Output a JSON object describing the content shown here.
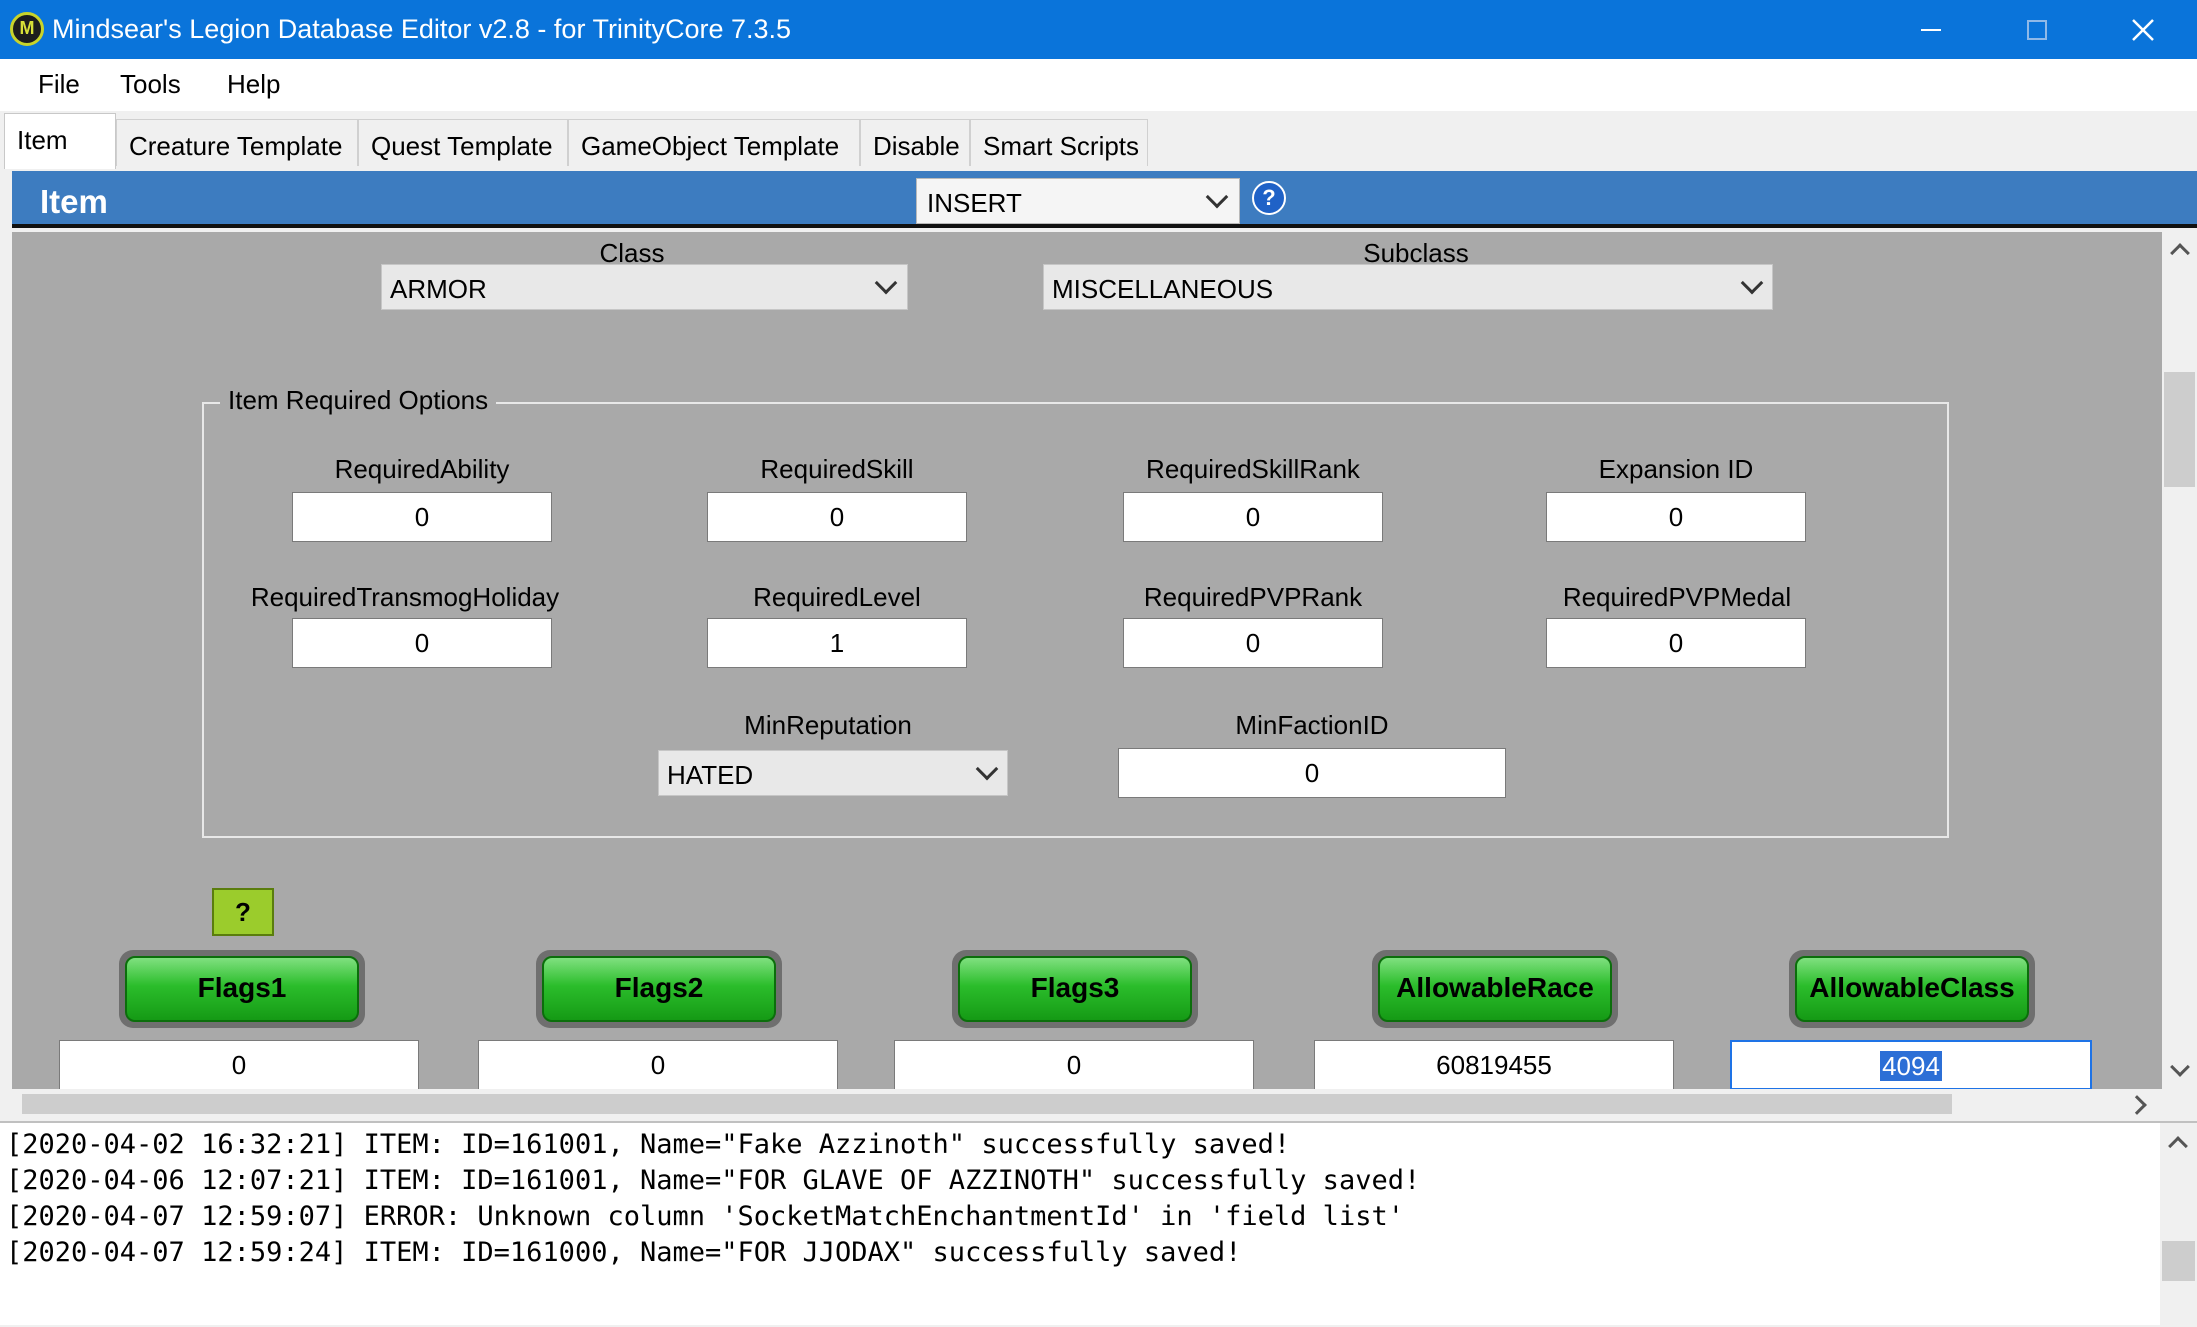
{
  "window": {
    "title": "Mindsear's Legion Database Editor v2.8 - for TrinityCore 7.3.5",
    "controls": [
      "minimize",
      "maximize",
      "close"
    ]
  },
  "menu": [
    "File",
    "Tools",
    "Help"
  ],
  "tabs": [
    {
      "label": "Item",
      "active": true
    },
    {
      "label": "Creature Template"
    },
    {
      "label": "Quest Template"
    },
    {
      "label": "GameObject Template"
    },
    {
      "label": "Disable"
    },
    {
      "label": "Smart Scripts"
    }
  ],
  "header": {
    "title": "Item",
    "mode": "INSERT"
  },
  "class": {
    "label": "Class",
    "value": "ARMOR"
  },
  "subclass": {
    "label": "Subclass",
    "value": "MISCELLANEOUS"
  },
  "required_options": {
    "legend": "Item Required Options",
    "fields": {
      "required_ability": {
        "label": "RequiredAbility",
        "value": "0"
      },
      "required_skill": {
        "label": "RequiredSkill",
        "value": "0"
      },
      "required_skill_rank": {
        "label": "RequiredSkillRank",
        "value": "0"
      },
      "expansion_id": {
        "label": "Expansion ID",
        "value": "0"
      },
      "required_transmog_holiday": {
        "label": "RequiredTransmogHoliday",
        "value": "0"
      },
      "required_level": {
        "label": "RequiredLevel",
        "value": "1"
      },
      "required_pvp_rank": {
        "label": "RequiredPVPRank",
        "value": "0"
      },
      "required_pvp_medal": {
        "label": "RequiredPVPMedal",
        "value": "0"
      },
      "min_reputation": {
        "label": "MinReputation",
        "value": "HATED"
      },
      "min_faction_id": {
        "label": "MinFactionID",
        "value": "0"
      }
    }
  },
  "help_button": "?",
  "flags": [
    {
      "label": "Flags1",
      "value": "0"
    },
    {
      "label": "Flags2",
      "value": "0"
    },
    {
      "label": "Flags3",
      "value": "0"
    },
    {
      "label": "AllowableRace",
      "value": "60819455"
    },
    {
      "label": "AllowableClass",
      "value": "4094"
    }
  ],
  "log": [
    "[2020-04-02 16:32:21] ITEM: ID=161001, Name=\"Fake Azzinoth\" successfully saved!",
    "[2020-04-06 12:07:21] ITEM: ID=161001, Name=\"FOR GLAVE OF AZZINOTH\" successfully saved!",
    "[2020-04-07 12:59:07] ERROR: Unknown column 'SocketMatchEnchantmentId' in 'field list'",
    "[2020-04-07 12:59:24] ITEM: ID=161000, Name=\"FOR JJODAX\" successfully saved!"
  ],
  "colors": {
    "titlebar": "#0a74da",
    "header": "#3d7cc0",
    "panel": "#a9a9a9",
    "flag_button": "#2bbd2b",
    "help_button": "#9bcc2c"
  }
}
